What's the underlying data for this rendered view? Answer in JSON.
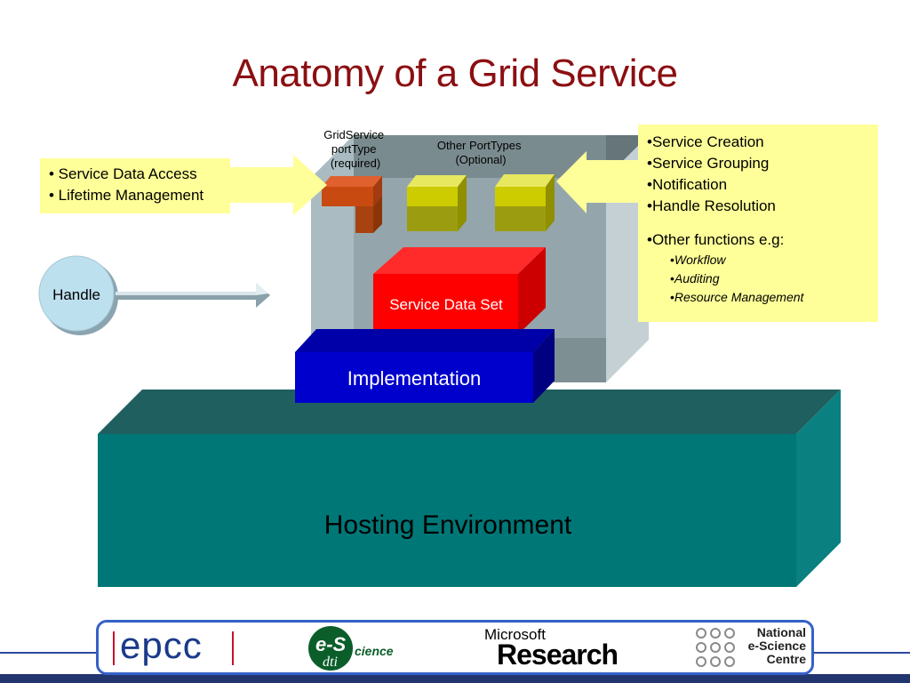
{
  "title": "Anatomy of a Grid Service",
  "gridservice_label": [
    "GridService",
    "portType",
    "(required)"
  ],
  "other_porttypes_label": [
    "Other PortTypes",
    "(Optional)"
  ],
  "left_note": [
    "• Service Data Access",
    "• Lifetime Management"
  ],
  "right_note": {
    "items": [
      "•Service Creation",
      "•Service Grouping",
      "•Notification",
      "•Handle Resolution"
    ],
    "other": "•Other functions e.g:",
    "sub_items": [
      "Workflow",
      "Auditing",
      "Resource Management"
    ],
    "bullet": "•"
  },
  "handle_label": "Handle",
  "service_data_set_label": "Service Data Set",
  "implementation_label": "Implementation",
  "hosting_label": "Hosting Environment",
  "logos": {
    "epcc": "epcc",
    "escience_e": "e-S",
    "escience_text": "cience",
    "escience_dti": "dti",
    "microsoft": "Microsoft",
    "research": "Research",
    "nesc": [
      "National",
      "e-Science",
      "Centre"
    ]
  },
  "colors": {
    "title": "#8b0f12",
    "hosting": "#007777",
    "implementation": "#0000cc",
    "service_data_set": "#ff0000",
    "gridservice_port": "#cc4400",
    "other_port": "#cccc00",
    "note_bg": "#ffff99",
    "container": "#9fb2b8"
  }
}
